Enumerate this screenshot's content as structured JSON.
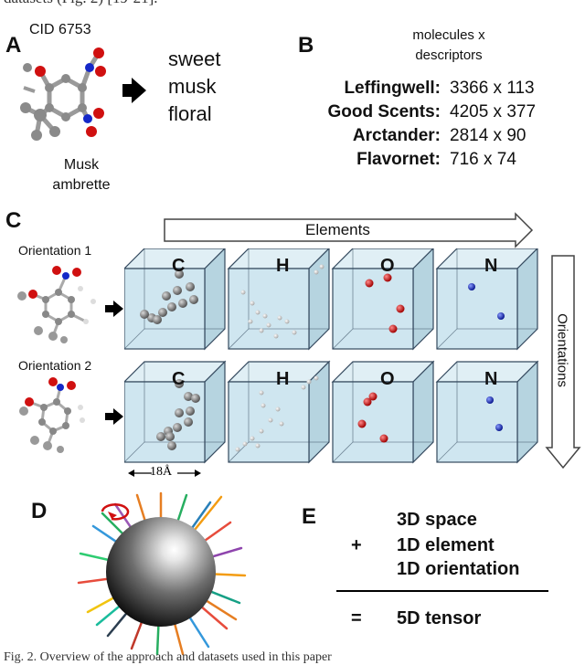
{
  "top_caption": "datasets (Fig. 2) [19-21].",
  "bottom_caption": "Fig. 2. Overview of the approach and datasets used in this paper",
  "panels": {
    "A": {
      "letter": "A",
      "cid": "CID 6753",
      "molecule_name_line1": "Musk",
      "molecule_name_line2": "ambrette",
      "odors": [
        "sweet",
        "musk",
        "floral"
      ]
    },
    "B": {
      "letter": "B",
      "header_line1": "molecules x",
      "header_line2": "descriptors",
      "datasets": [
        {
          "name": "Leffingwell:",
          "value": "3366 x 113"
        },
        {
          "name": "Good Scents:",
          "value": "4205 x 377"
        },
        {
          "name": "Arctander:",
          "value": "2814 x 90"
        },
        {
          "name": "Flavornet:",
          "value": "716 x 74"
        }
      ]
    },
    "C": {
      "letter": "C",
      "elements_label": "Elements",
      "orientations_label": "Orientations",
      "orientation_1": "Orientation 1",
      "orientation_2": "Orientation 2",
      "elements": [
        "C",
        "H",
        "O",
        "N"
      ],
      "scale": "18Å"
    },
    "D": {
      "letter": "D"
    },
    "E": {
      "letter": "E",
      "plus": "+",
      "equals": "=",
      "lines": [
        "3D space",
        "1D element",
        "1D orientation"
      ],
      "result": "5D tensor"
    }
  },
  "colors": {
    "carbon": "#7a7a7a",
    "hydrogen": "#d9d9d9",
    "oxygen": "#d01010",
    "nitrogen": "#1528c8",
    "cube_face": "#cfe6f0",
    "cube_edge": "#34495e"
  }
}
